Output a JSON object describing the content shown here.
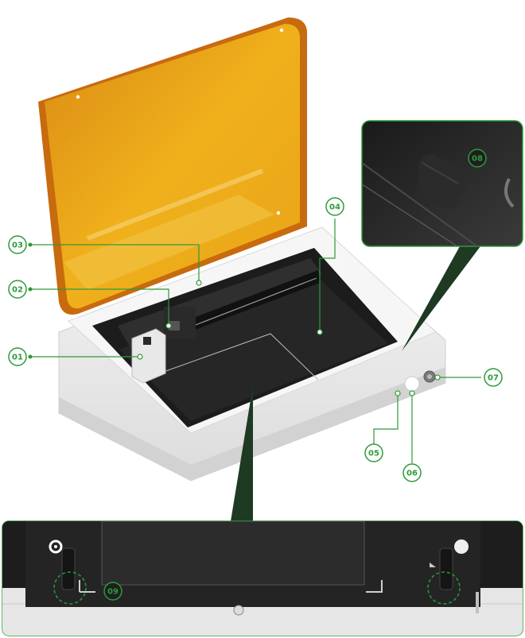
{
  "accent_color": "#2e9a3a",
  "lid_color": "#e49a1a",
  "callouts": [
    {
      "label": "01",
      "part": "laser-module"
    },
    {
      "label": "02",
      "part": "x-axis-carriage"
    },
    {
      "label": "03",
      "part": "air-assist-nozzle"
    },
    {
      "label": "04",
      "part": "camera-lens"
    },
    {
      "label": "05",
      "part": "indicator-light"
    },
    {
      "label": "06",
      "part": "power-switch"
    },
    {
      "label": "07",
      "part": "emergency-stop-button"
    },
    {
      "label": "08",
      "part": "lid-bumper"
    },
    {
      "label": "09",
      "part": "leveling-feet"
    }
  ],
  "icons": [
    "power-icon",
    "warning-icon",
    "circle-button-icon"
  ]
}
